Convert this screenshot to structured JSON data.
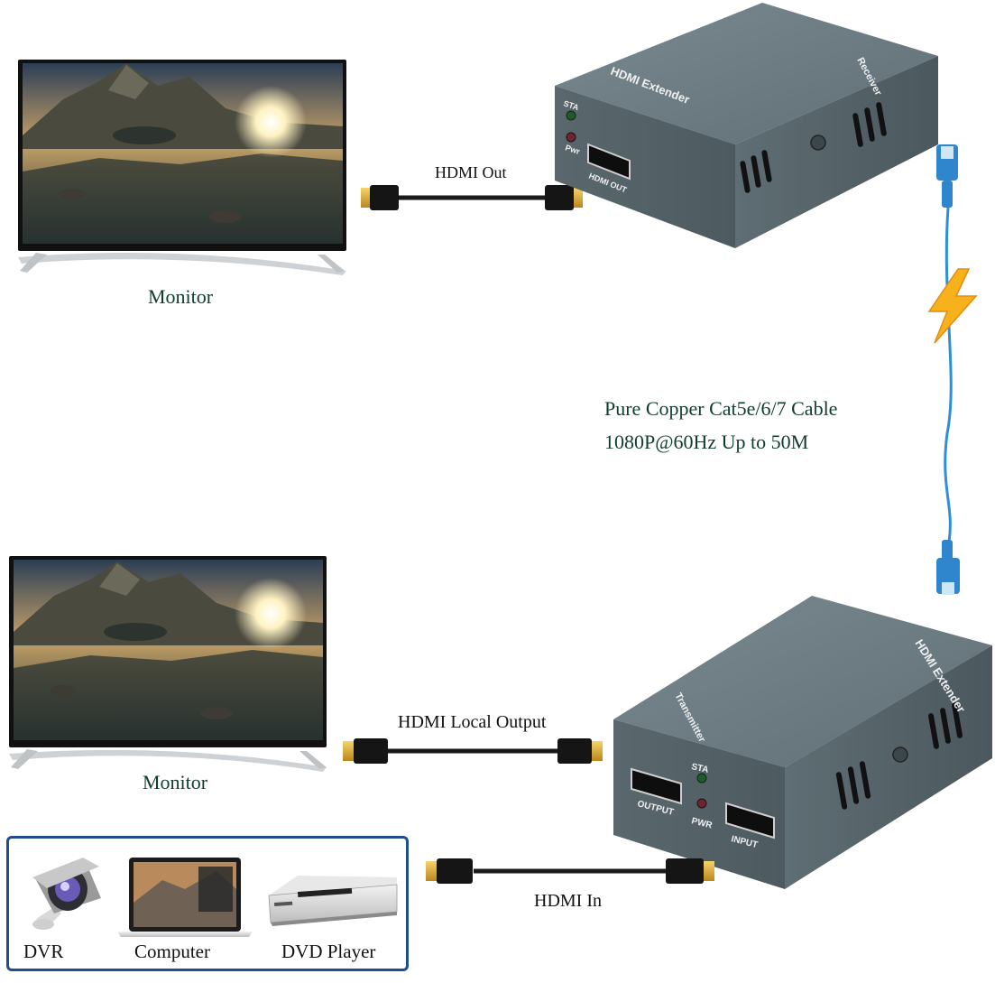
{
  "top": {
    "monitor_label": "Monitor",
    "cable_label": "HDMI Out",
    "device": {
      "name": "HDMI Extender",
      "role": "Receiver",
      "led_sta": "STA",
      "led_pwr": "Pwr",
      "port": "HDMI OUT"
    }
  },
  "network": {
    "line1": "Pure Copper Cat5e/6/7 Cable",
    "line2": "1080P@60Hz Up to 50M"
  },
  "bottom": {
    "monitor_label": "Monitor",
    "cable_label": "HDMI Local Output",
    "device": {
      "name": "HDMI Extender",
      "role": "Transmitter",
      "led_sta": "STA",
      "led_pwr": "PWR",
      "port_output": "OUTPUT",
      "port_input": "INPUT"
    },
    "in_cable_label": "HDMI In"
  },
  "sources": {
    "items": [
      "DVR",
      "Computer",
      "DVD Player"
    ]
  },
  "colors": {
    "device_body": "#5d6c72",
    "device_top": "#6f7f86",
    "cable_blue": "#2d8fd8",
    "lightning": "#f7b21b",
    "text_green": "#0e3d2e",
    "box_border": "#1f4e8c"
  }
}
